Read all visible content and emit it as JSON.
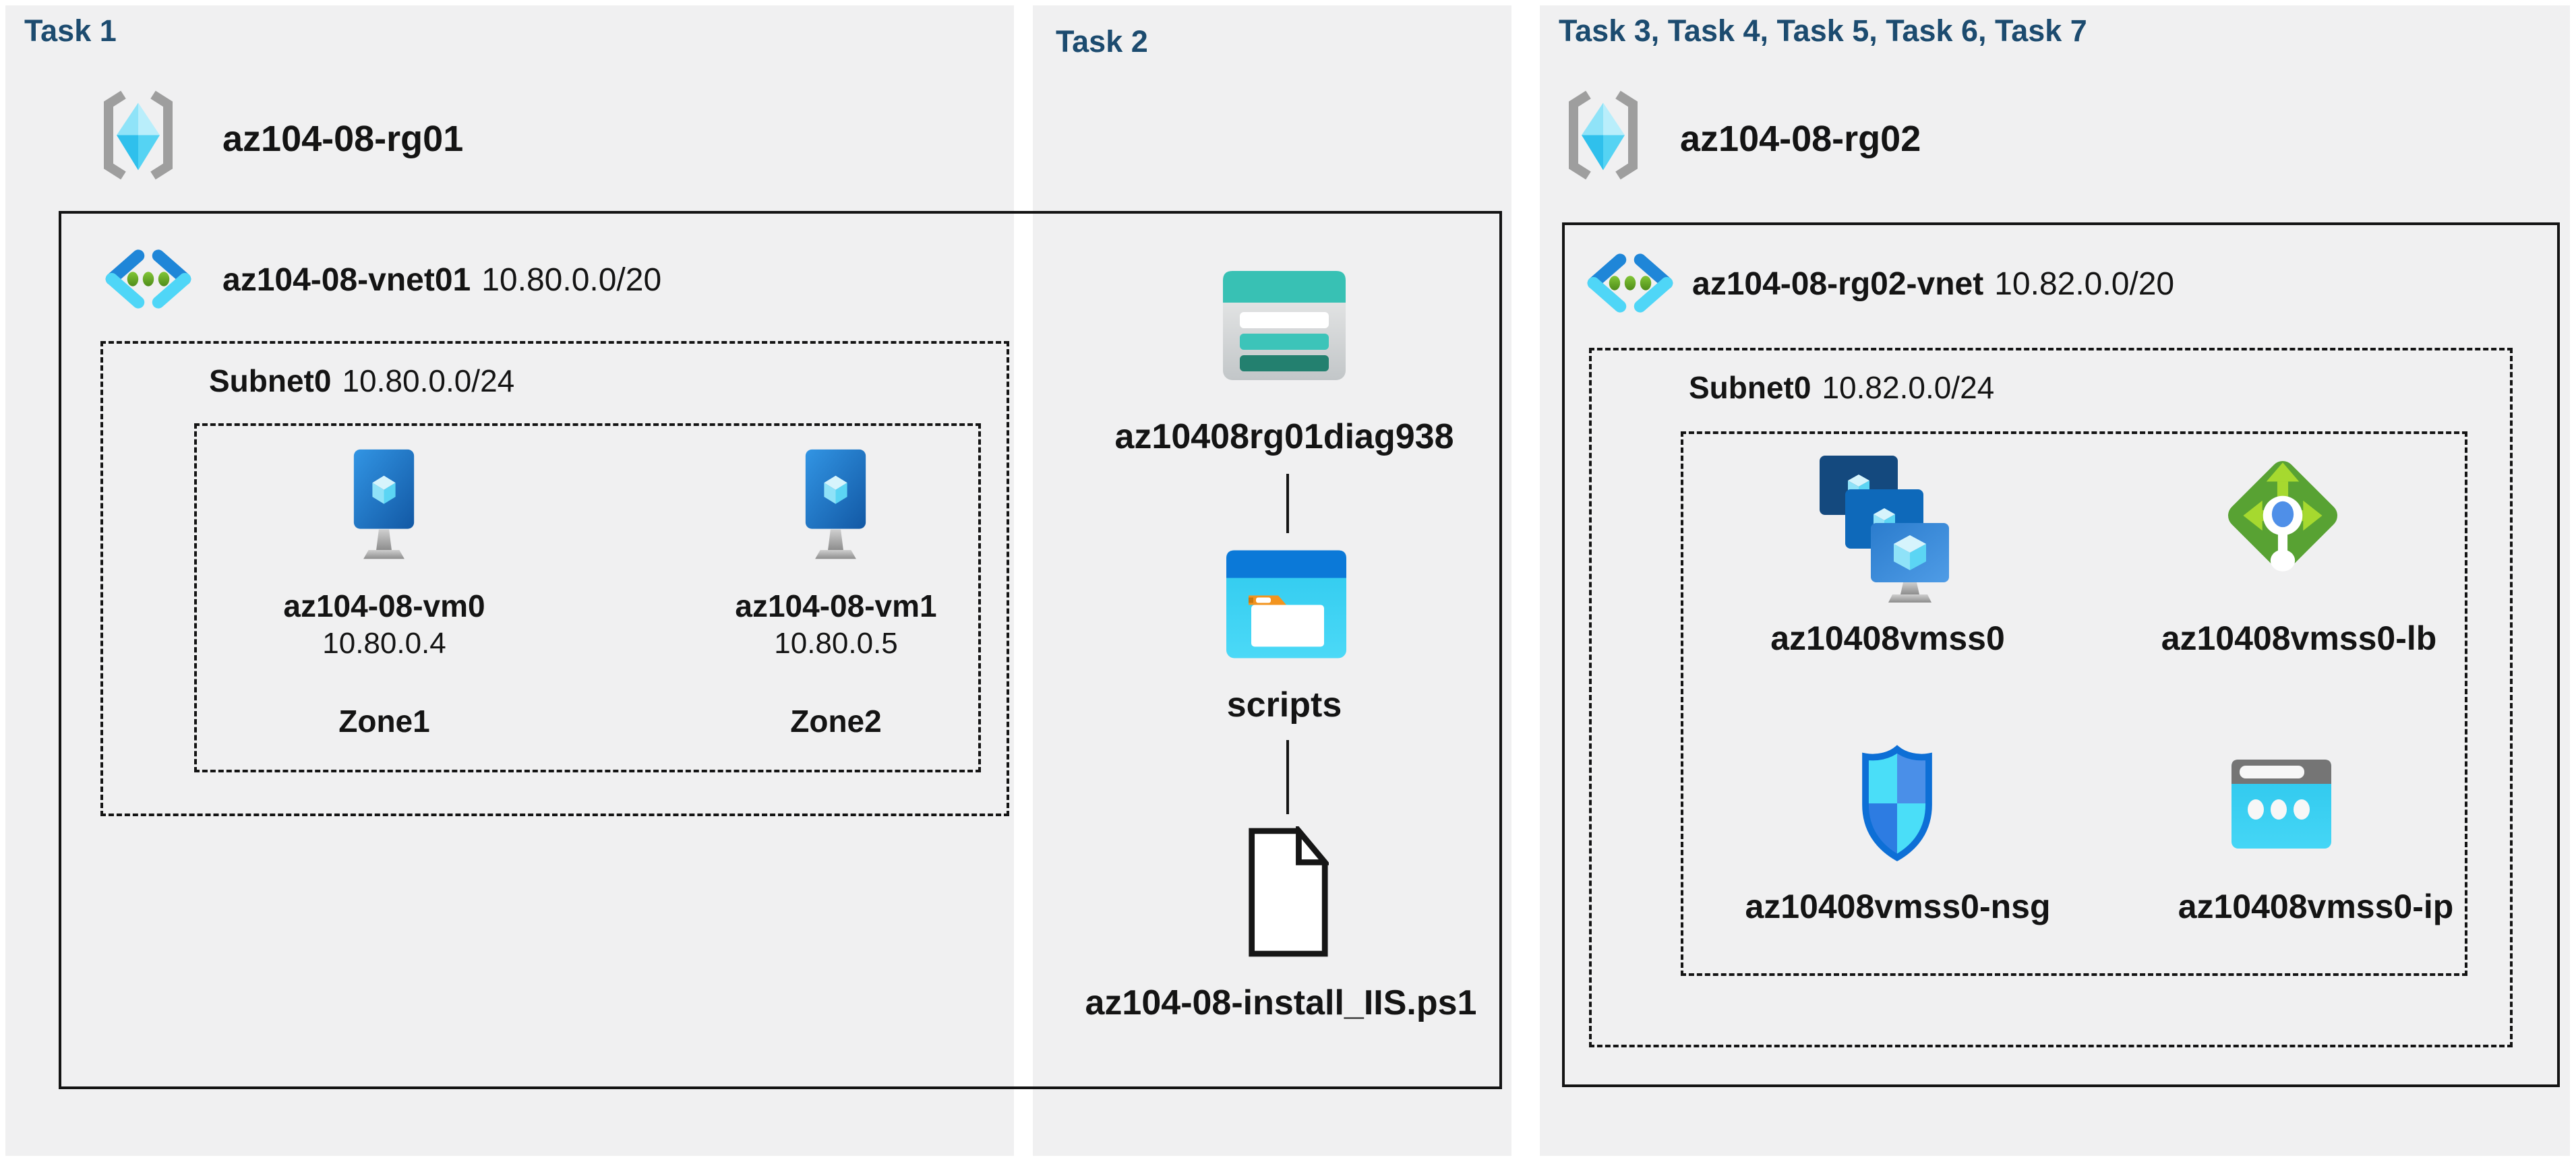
{
  "colors": {
    "panel_bg": "#f0f0f1",
    "title_navy": "#1c4b6f",
    "box_border": "#141414",
    "text": "#141414",
    "vnet_blue": "#1f86d8",
    "vnet_cyan": "#4fd6f7",
    "vnet_dot_green": "#6aa81f",
    "vm_screen_blue": "#2f86d4",
    "storage_teal": "#38c1b4",
    "storage_dark_teal": "#23806f",
    "container_blue": "#0b79d8",
    "container_cyan": "#32d1f3",
    "folder_orange": "#f2941f",
    "lb_green": "#58a233",
    "lb_arrow_green": "#a6d92f",
    "nsg_border_blue": "#0d6fd6",
    "nsg_cyan": "#4adef8",
    "nsg_blue": "#4a8fe8",
    "ip_gray": "#757575",
    "ip_cyan": "#33cff2"
  },
  "panels": [
    {
      "title": "Task 1",
      "resource_group": {
        "name": "az104-08-rg01"
      },
      "vnet": {
        "name": "az104-08-vnet01",
        "cidr": "10.80.0.0/20"
      },
      "subnet": {
        "name": "Subnet0",
        "cidr": "10.80.0.0/24"
      },
      "vms": [
        {
          "name": "az104-08-vm0",
          "ip": "10.80.0.4",
          "zone": "Zone1"
        },
        {
          "name": "az104-08-vm1",
          "ip": "10.80.0.5",
          "zone": "Zone2"
        }
      ]
    },
    {
      "title": "Task 2",
      "storage_account": {
        "name": "az10408rg01diag938"
      },
      "container": {
        "name": "scripts"
      },
      "script_file": {
        "name": "az104-08-install_IIS.ps1"
      }
    },
    {
      "title": "Task 3, Task 4, Task 5, Task 6, Task 7",
      "resource_group": {
        "name": "az104-08-rg02"
      },
      "vnet": {
        "name": "az104-08-rg02-vnet",
        "cidr": "10.82.0.0/20"
      },
      "subnet": {
        "name": "Subnet0",
        "cidr": "10.82.0.0/24"
      },
      "resources": [
        {
          "name": "az10408vmss0",
          "icon": "vmss-icon"
        },
        {
          "name": "az10408vmss0-lb",
          "icon": "load-balancer-icon"
        },
        {
          "name": "az10408vmss0-nsg",
          "icon": "nsg-icon"
        },
        {
          "name": "az10408vmss0-ip",
          "icon": "public-ip-icon"
        }
      ]
    }
  ]
}
